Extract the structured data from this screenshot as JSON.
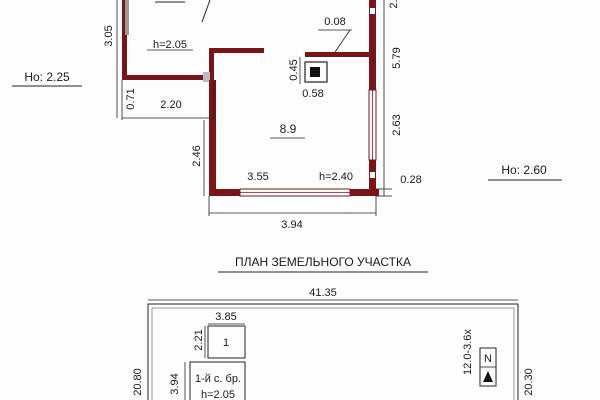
{
  "floor_plan": {
    "dims": {
      "top_left_vertical": "3.05",
      "vestibule_height": "h=2.05",
      "small_width": "0.71",
      "bottom_left": "2.20",
      "right_top_partial": "2.",
      "upper_width": "0.08",
      "upper_right_vertical": "5.79",
      "stove_side": "0.45",
      "stove_width": "0.58",
      "room_area": "8.9",
      "right_vertical": "2.63",
      "left_vertical": "2.46",
      "bottom_inner_width": "3.55",
      "room_height": "h=2.40",
      "wall_thickness": "0.28",
      "bottom_outer_width": "3.94"
    },
    "ho_left": "Ho: 2.25",
    "ho_right": "Ho: 2.60"
  },
  "site_plan": {
    "title": "ПЛАН ЗЕМЕЛЬНОГО УЧАСТКА",
    "total_width": "41.35",
    "left_side": "20.80",
    "right_side": "20.30",
    "building_width": "3.85",
    "building_depth_a": "2.21",
    "building_depth_b": "3.94",
    "room_number": "1",
    "building_label": "1-й с. бр.",
    "building_height": "h=2.05",
    "fence_label": "12.0-3.6х",
    "north_label": "N"
  },
  "colors": {
    "wall": "#7a1418",
    "line": "#222222",
    "background": "#fefdfe"
  }
}
